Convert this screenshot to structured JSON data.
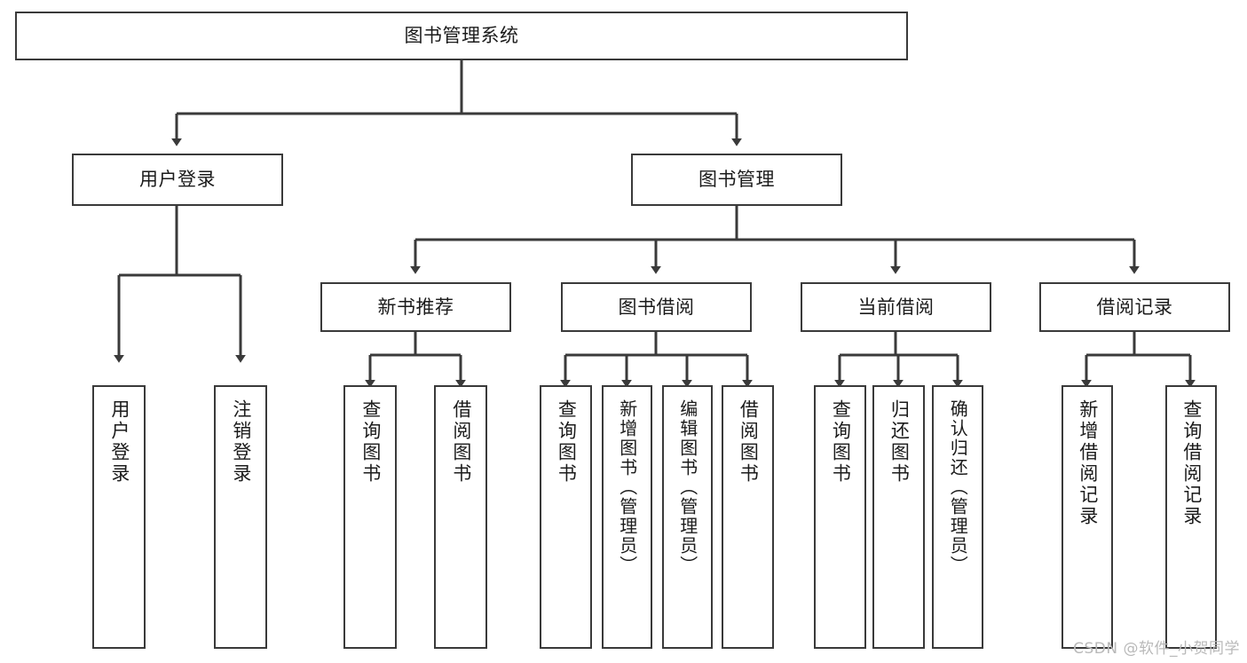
{
  "diagram": {
    "title": "图书管理系统",
    "type": "tree-hierarchy",
    "watermark": "CSDN @软件_小贺同学",
    "colors": {
      "background": "#ffffff",
      "box_border": "#3a3a3a",
      "box_fill": "#ffffff",
      "text": "#1b1b1b",
      "edge": "#3a3a3a",
      "watermark": "#b9b9b9"
    },
    "root": {
      "label": "图书管理系统"
    },
    "level1": [
      {
        "label": "用户登录"
      },
      {
        "label": "图书管理"
      }
    ],
    "level2": [
      {
        "label": "新书推荐"
      },
      {
        "label": "图书借阅"
      },
      {
        "label": "当前借阅"
      },
      {
        "label": "借阅记录"
      }
    ],
    "leaves": {
      "user_login": [
        {
          "label": "用户登录"
        },
        {
          "label": "注销登录"
        }
      ],
      "new_book_recommend": [
        {
          "label": "查询图书"
        },
        {
          "label": "借阅图书"
        }
      ],
      "book_borrow": [
        {
          "label": "查询图书"
        },
        {
          "label": "新增图书（管理员）"
        },
        {
          "label": "编辑图书（管理员）"
        },
        {
          "label": "借阅图书"
        }
      ],
      "current_borrow": [
        {
          "label": "查询图书"
        },
        {
          "label": "归还图书"
        },
        {
          "label": "确认归还（管理员）"
        }
      ],
      "borrow_record": [
        {
          "label": "新增借阅记录"
        },
        {
          "label": "查询借阅记录"
        }
      ]
    }
  }
}
